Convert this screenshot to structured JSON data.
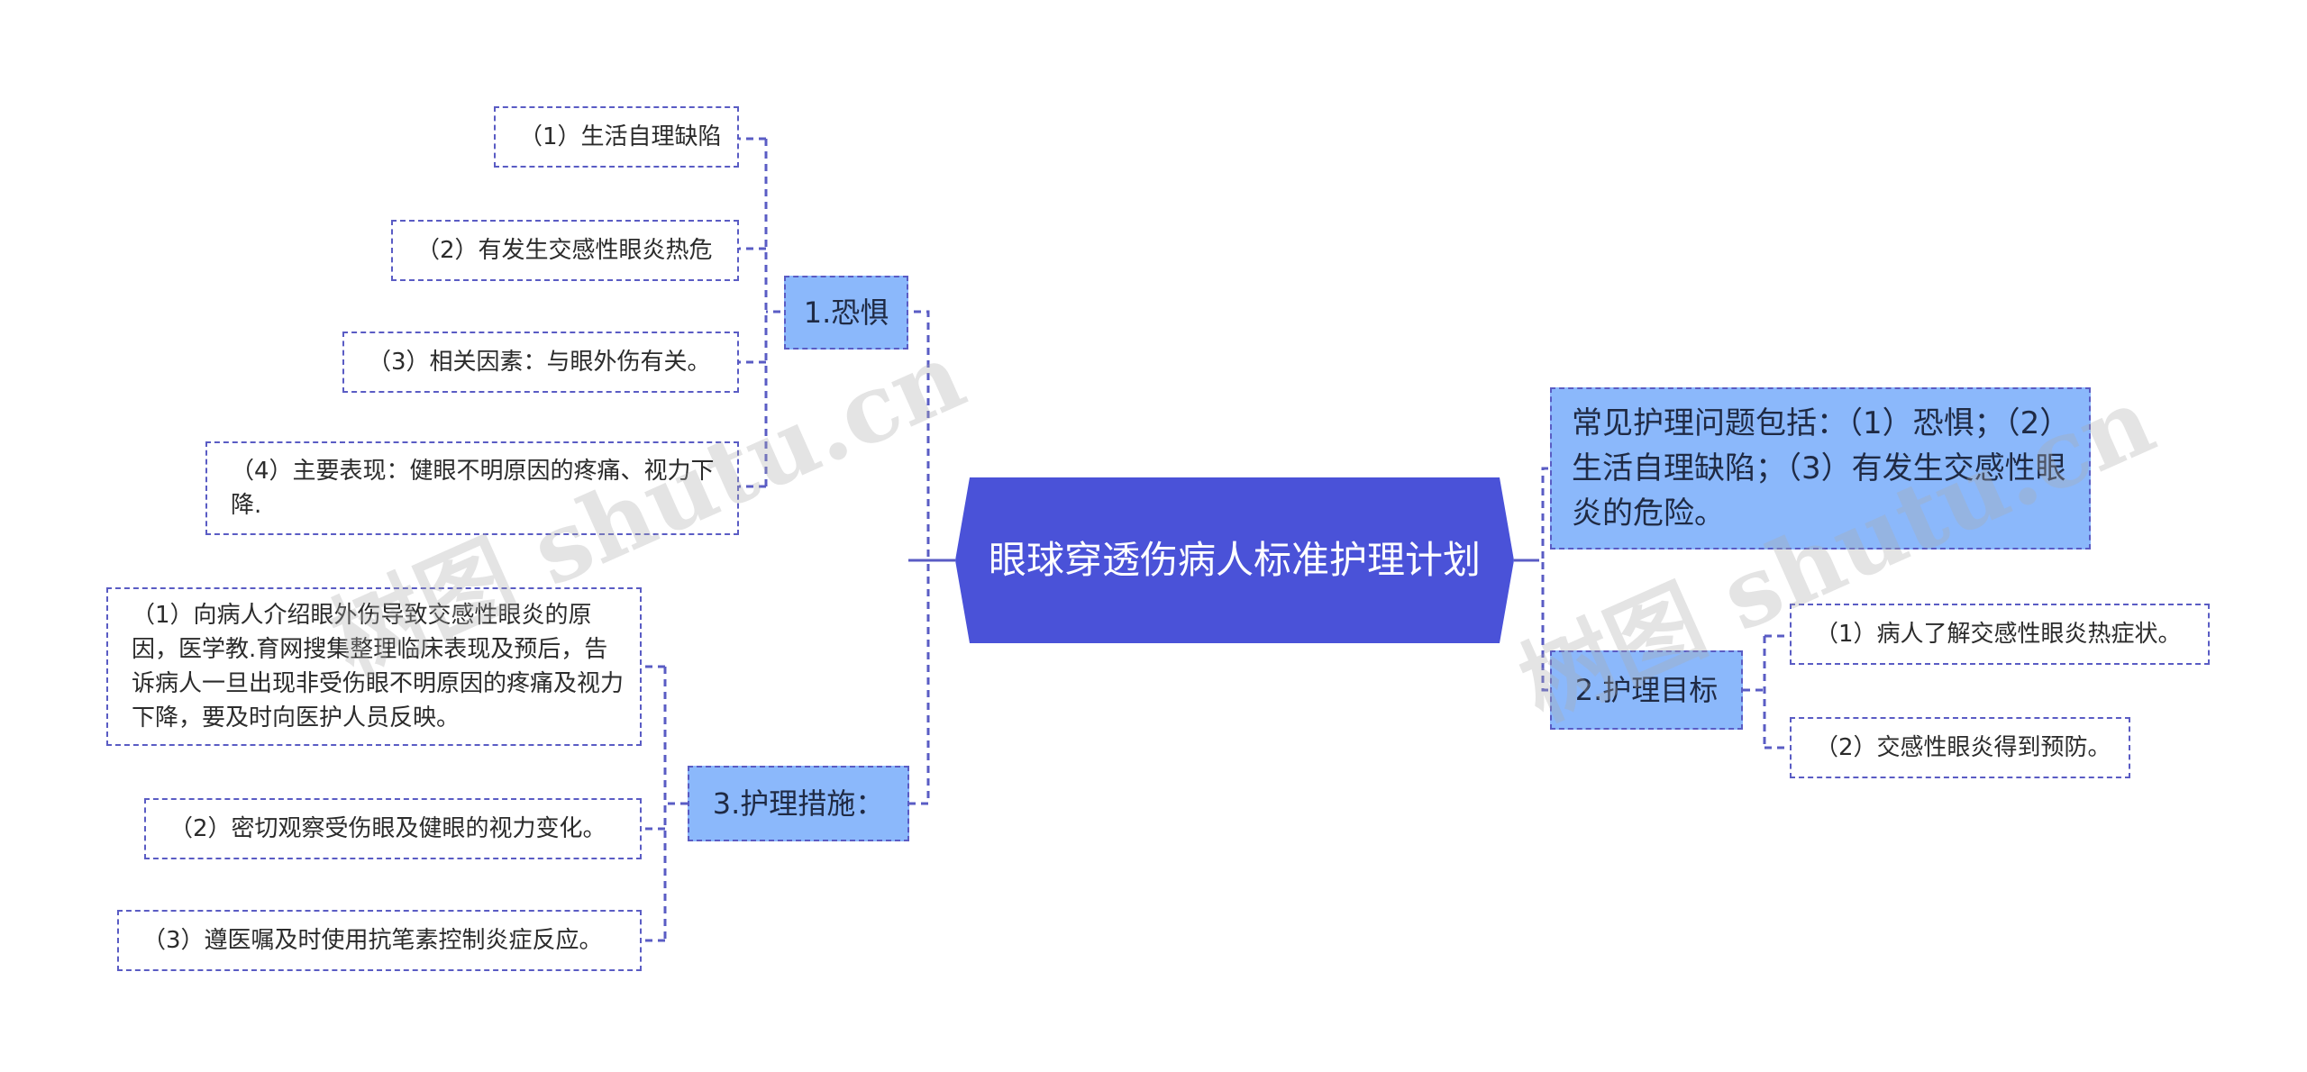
{
  "root": {
    "title": "眼球穿透伤病人标准护理计划"
  },
  "branches": {
    "fear": {
      "label": "1.恐惧",
      "items": [
        "（1）生活自理缺陷",
        "（2）有发生交感性眼炎热危",
        "（3）相关因素：与眼外伤有关。",
        "（4）主要表现：健眼不明原因的疼痛、视力下降."
      ]
    },
    "measures": {
      "label": "3.护理措施：",
      "items": [
        "（1）向病人介绍眼外伤导致交感性眼炎的原因，医学教.育网搜集整理临床表现及预后，告诉病人一旦出现非受伤眼不明原因的疼痛及视力下降，要及时向医护人员反映。",
        "（2）密切观察受伤眼及健眼的视力变化。",
        "（3）遵医嘱及时使用抗笔素控制炎症反应。"
      ]
    },
    "problems": {
      "text": "常见护理问题包括：（1）恐惧；（2）生活自理缺陷；（3）有发生交感性眼炎的危险。"
    },
    "goals": {
      "label": "2.护理目标",
      "items": [
        "（1）病人了解交感性眼炎热症状。",
        "（2）交感性眼炎得到预防。"
      ]
    }
  },
  "watermarks": [
    "树图 shutu.cn",
    "树图 shutu.cn"
  ],
  "colors": {
    "root": "#4a52d8",
    "branch": "#8bb8fb",
    "line": "#5a5cc4"
  }
}
